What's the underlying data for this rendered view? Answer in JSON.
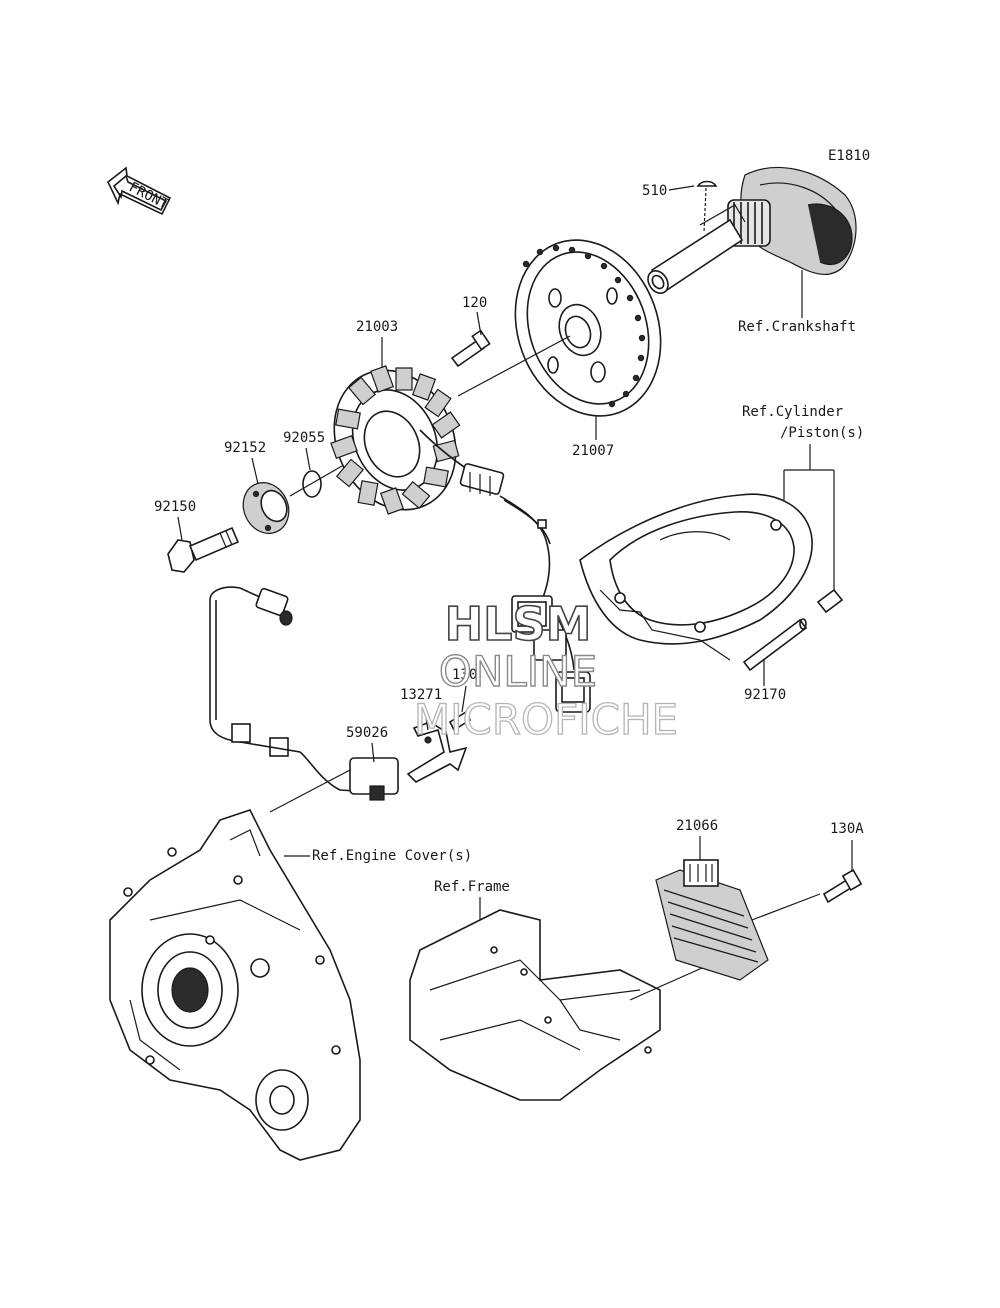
{
  "diagram_code": "E1810",
  "front_label": "FRONT",
  "parts": {
    "key_510": "510",
    "stator_21003": "21003",
    "bolt_120": "120",
    "rotor_21007": "21007",
    "oring_92055": "92055",
    "plate_92152": "92152",
    "bolt_92150": "92150",
    "bolt_130": "130",
    "clamp_13271": "13271",
    "rubber_59026": "59026",
    "pin_92170": "92170",
    "regulator_21066": "21066",
    "bolt_130a": "130A"
  },
  "references": {
    "crankshaft": "Ref.Crankshaft",
    "cylinder_line1": "Ref.Cylinder",
    "cylinder_line2": "/Piston(s)",
    "engine_cover": "Ref.Engine Cover(s)",
    "frame": "Ref.Frame"
  },
  "watermark": {
    "line1": "HLSM",
    "line2": "ONLINE",
    "line3": "MICROFICHE"
  }
}
